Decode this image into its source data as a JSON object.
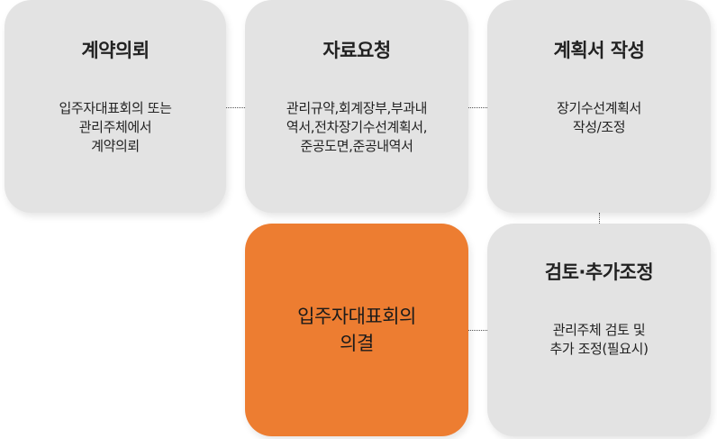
{
  "steps": {
    "contract": {
      "title": "계약의뢰",
      "desc": [
        "입주자대표회의 또는",
        "관리주체에서",
        "계약의뢰"
      ]
    },
    "request": {
      "title": "자료요청",
      "desc": [
        "관리규약,회계장부,부과내",
        "역서,전차장기수선계획서,",
        "준공도면,준공내역서"
      ]
    },
    "plan": {
      "title": "계획서 작성",
      "desc": [
        "장기수선계획서",
        "작성/조정"
      ]
    },
    "resolution": {
      "title": [
        "입주자대표회의",
        "의결"
      ]
    },
    "review": {
      "title": "검토·추가조정",
      "desc": [
        "관리주체 검토 및",
        "추가 조정(필요시)"
      ]
    }
  },
  "colors": {
    "box": "#e3e3e3",
    "highlight": "#ed7d31",
    "connector": "#555555"
  }
}
